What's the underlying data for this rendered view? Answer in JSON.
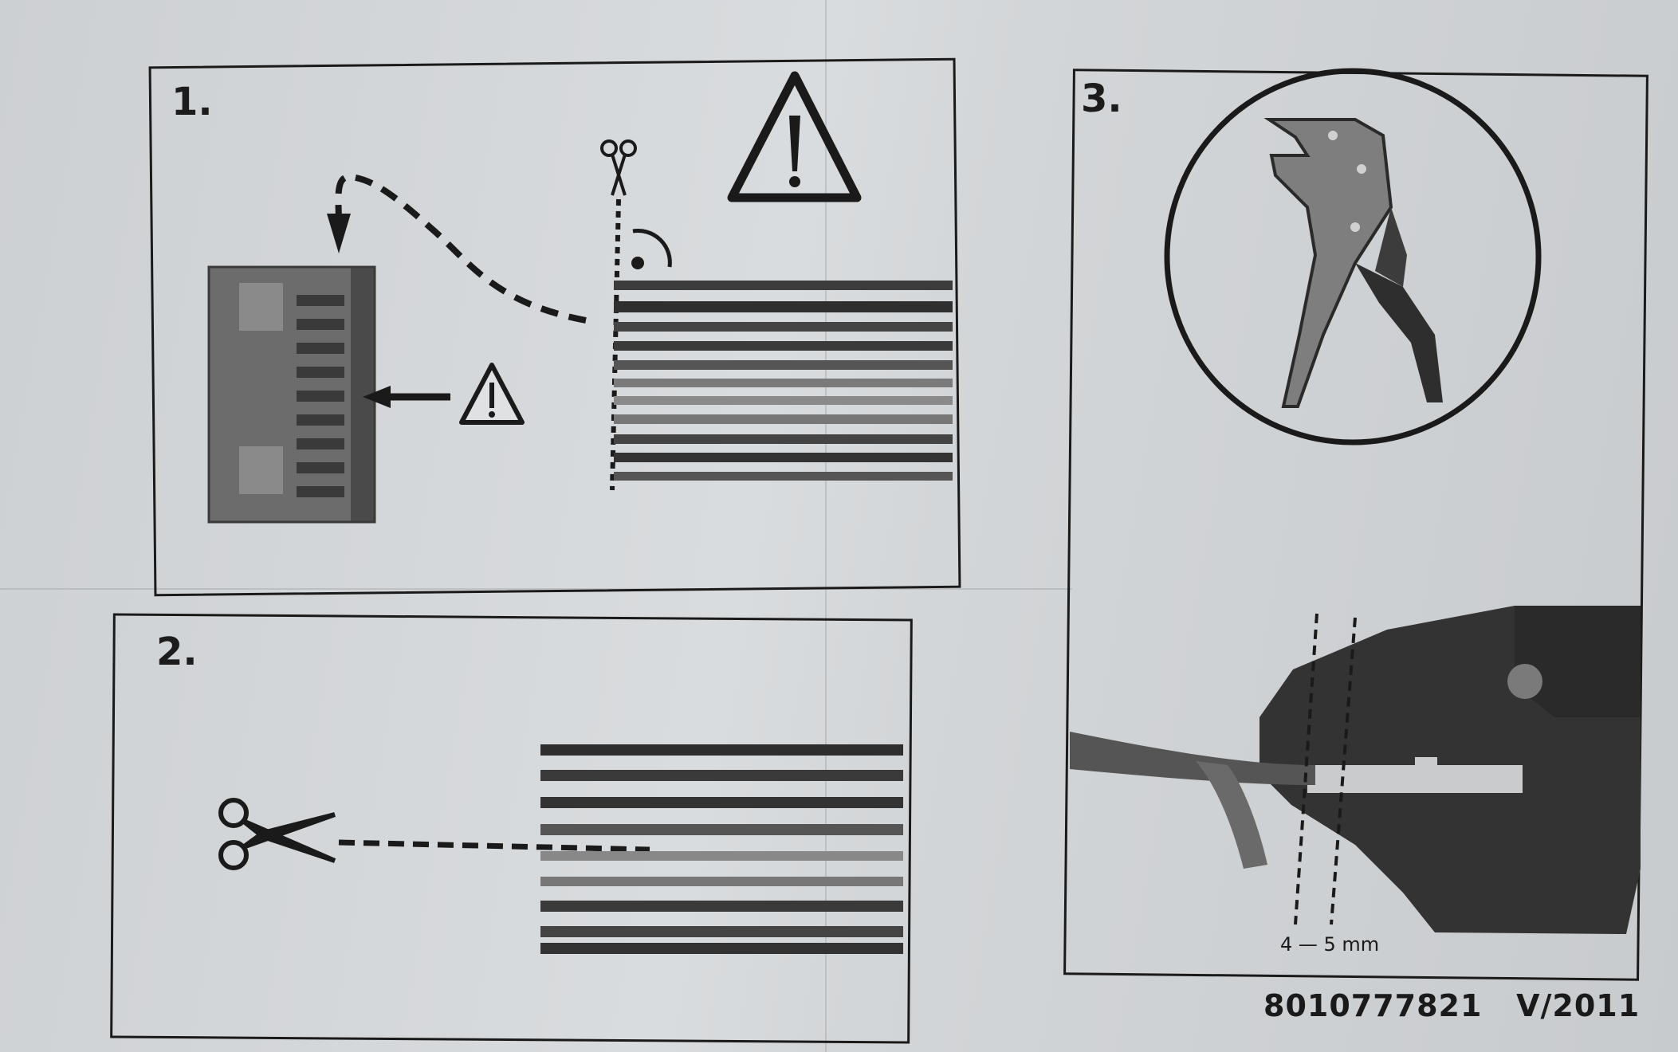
{
  "steps": [
    {
      "number": "1."
    },
    {
      "number": "2."
    },
    {
      "number": "3."
    }
  ],
  "icons": [
    "warning-triangle-icon",
    "scissors-icon",
    "connector-icon",
    "ribbon-cable-icon",
    "wire-stripper-icon"
  ],
  "measurement": {
    "label": "4 — 5 mm"
  },
  "document": {
    "code": "8010777821",
    "version": "V/2011"
  },
  "colors": {
    "ink": "#1a1a1a",
    "paper": "#d6d9db"
  }
}
